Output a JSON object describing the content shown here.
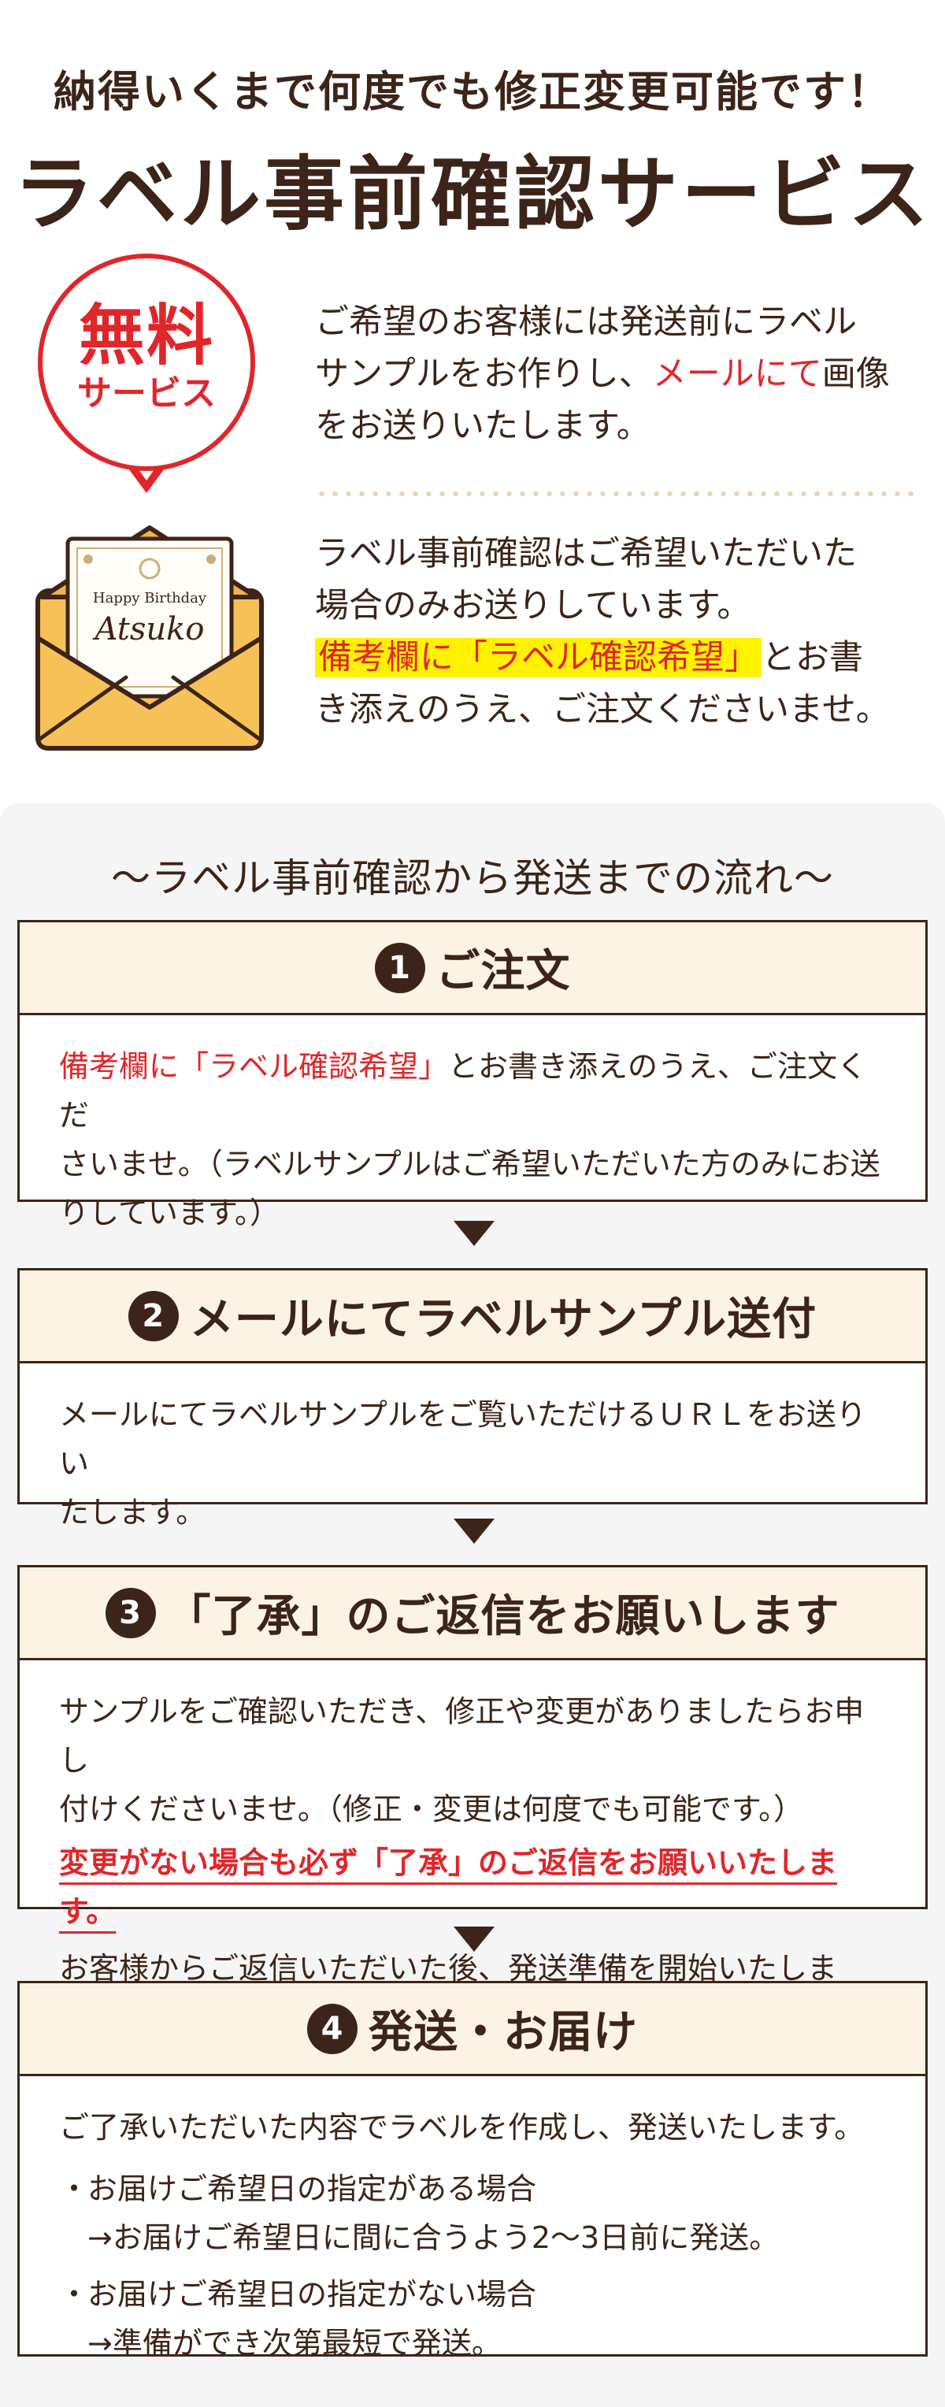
{
  "hero": {
    "subtitle": "納得いくまで何度でも修正変更可能です！",
    "title": "ラベル事前確認サービス",
    "badge_big": "無料",
    "badge_small": "サービス",
    "envelope_card_text1": "Happy Birthday",
    "envelope_card_text2": "Atsuko",
    "text1_a": "ご希望のお客様には発送前にラベル",
    "text1_b": "サンプルをお作りし、",
    "text1_c": "メールにて",
    "text1_d": "画像",
    "text1_e": "をお送りいたします。",
    "text2_a": "ラベル事前確認はご希望いただいた",
    "text2_b": "場合のみお送りしています。",
    "text2_c": "備考欄に「ラベル確認希望」",
    "text2_d": "とお書",
    "text2_e": "き添えのうえ、ご注文くださいませ。"
  },
  "flow": {
    "title": "～ラベル事前確認から発送までの流れ～",
    "steps": [
      {
        "num": "1",
        "title": "ご注文",
        "body_red": "備考欄に「ラベル確認希望」",
        "body_a": "とお書き添えのうえ、ご注文くだ",
        "body_b": "さいませ。（ラベルサンプルはご希望いただいた方のみにお送",
        "body_c": "りしています。）"
      },
      {
        "num": "2",
        "title": "メールにてラベルサンプル送付",
        "body_a": "メールにてラベルサンプルをご覧いただけるＵＲＬをお送りい",
        "body_b": "たします。"
      },
      {
        "num": "3",
        "title": "「了承」のご返信をお願いします",
        "body_a": "サンプルをご確認いただき、修正や変更がありましたらお申し",
        "body_b": "付けくださいませ。（修正・変更は何度でも可能です。）",
        "body_red": "変更がない場合も必ず「了承」のご返信をお願いいたします。",
        "body_c": "お客様からご返信いただいた後、発送準備を開始いたします。"
      },
      {
        "num": "4",
        "title": "発送・お届け",
        "body_a": "ご了承いただいた内容でラベルを作成し、発送いたします。",
        "bullet1": "お届けご希望日の指定がある場合",
        "bullet1_sub": "→お届けご希望日に間に合うよう2～3日前に発送。",
        "bullet2": "お届けご希望日の指定がない場合",
        "bullet2_sub": "→準備ができ次第最短で発送。"
      }
    ]
  },
  "colors": {
    "brown": "#3d2418",
    "red": "#e0262b",
    "highlight": "#fff200",
    "step_head_bg": "#fdf3e3",
    "flow_bg": "#f5f5f5"
  }
}
